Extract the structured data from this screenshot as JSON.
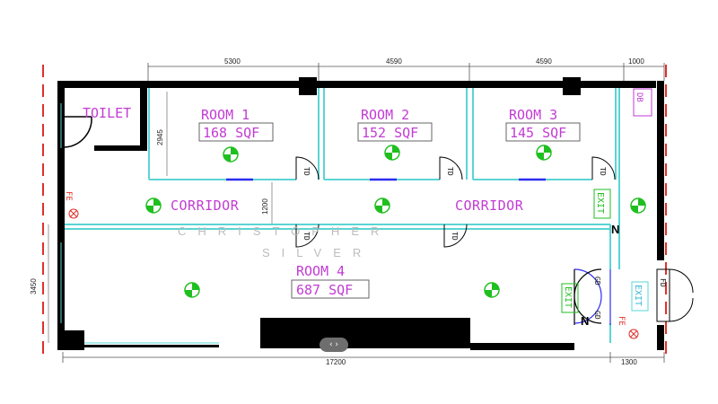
{
  "dimensions": {
    "top": [
      "5300",
      "4590",
      "4590",
      "1000"
    ],
    "room1_depth": "2945",
    "corridor_width": "1200",
    "left_depth": "3450",
    "bottom_total": "17200",
    "bottom_right": "1300"
  },
  "rooms": {
    "toilet": "TOILET",
    "room1": {
      "name": "ROOM 1",
      "area": "168 SQF"
    },
    "room2": {
      "name": "ROOM 2",
      "area": "152 SQF"
    },
    "room3": {
      "name": "ROOM 3",
      "area": "145 SQF"
    },
    "room4": {
      "name": "ROOM 4",
      "area": "687 SQF"
    },
    "db": "DB"
  },
  "corridor": {
    "left": "CORRIDOR",
    "right": "CORRIDOR"
  },
  "symbols": {
    "door_td": "TD",
    "door_gd": "GD",
    "door_fd": "FD",
    "exit": "EXIT",
    "fire_extinguisher": "FE",
    "north": "N"
  },
  "watermark": {
    "line1": "CHRISTOPHER",
    "line2": "SILVER"
  },
  "nav": {
    "arrows": "‹ ›"
  },
  "colors": {
    "wall": "#000000",
    "partition": "#5ad4d4",
    "room_text": "#c23bd4",
    "exit": "#1fbf1f",
    "fire": "#e0302b",
    "door_swing": "#2d2df0",
    "boundary": "#e0302b"
  }
}
